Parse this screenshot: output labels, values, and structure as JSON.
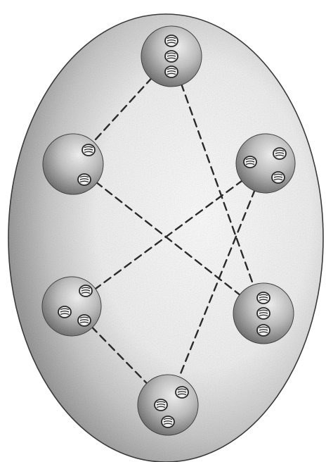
{
  "figure": {
    "outline": "egg-shaped-cell",
    "ink_color": "#2a2a2a",
    "paper_color": "#ffffff",
    "shade_color": "#7a7a7a"
  },
  "nodes": [
    {
      "id": "top",
      "marks": 3
    },
    {
      "id": "upper-left",
      "marks": 2
    },
    {
      "id": "upper-right",
      "marks": 3
    },
    {
      "id": "lower-left",
      "marks": 3
    },
    {
      "id": "lower-right",
      "marks": 3
    },
    {
      "id": "bottom",
      "marks": 3
    }
  ],
  "links": [
    [
      "top",
      "upper-left"
    ],
    [
      "top",
      "lower-right"
    ],
    [
      "upper-left",
      "lower-right"
    ],
    [
      "upper-right",
      "lower-left"
    ],
    [
      "upper-right",
      "bottom"
    ],
    [
      "lower-left",
      "bottom"
    ]
  ]
}
